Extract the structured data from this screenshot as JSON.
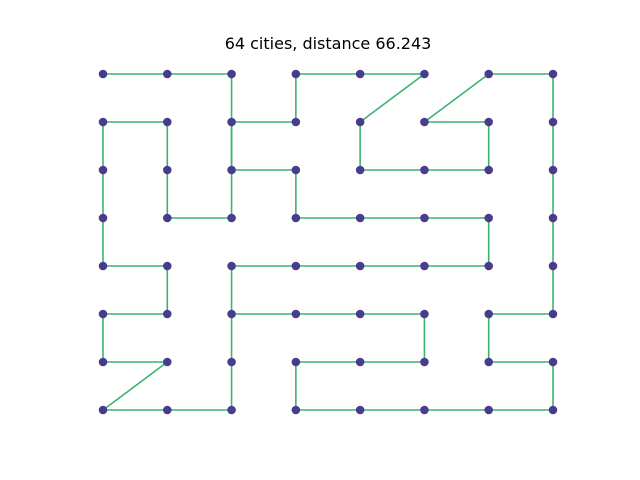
{
  "colors": {
    "background": "#ffffff",
    "route_line": "#3cb371",
    "city_marker": "#483d8b"
  },
  "chart_data": {
    "type": "scatter",
    "title": "64 cities, distance 66.243",
    "xlabel": "",
    "ylabel": "",
    "axes_visible": false,
    "grid": false,
    "legend": "none",
    "xlim": [
      -0.5,
      7.5
    ],
    "ylim": [
      -0.5,
      7.5
    ],
    "cities_x": [
      0,
      1,
      2,
      3,
      4,
      5,
      6,
      7
    ],
    "cities_y": [
      0,
      1,
      2,
      3,
      4,
      5,
      6,
      7
    ],
    "tour": [
      [
        0,
        7
      ],
      [
        1,
        7
      ],
      [
        2,
        7
      ],
      [
        2,
        6
      ],
      [
        2,
        5
      ],
      [
        3,
        5
      ],
      [
        3,
        4
      ],
      [
        4,
        4
      ],
      [
        5,
        4
      ],
      [
        6,
        4
      ],
      [
        6,
        3
      ],
      [
        5,
        3
      ],
      [
        4,
        3
      ],
      [
        3,
        3
      ],
      [
        2,
        3
      ],
      [
        2,
        2
      ],
      [
        2,
        1
      ],
      [
        2,
        0
      ],
      [
        1,
        0
      ],
      [
        0,
        0
      ],
      [
        1,
        1
      ],
      [
        0,
        1
      ],
      [
        0,
        2
      ],
      [
        1,
        2
      ],
      [
        1,
        3
      ],
      [
        0,
        3
      ],
      [
        0,
        4
      ],
      [
        0,
        5
      ],
      [
        0,
        6
      ],
      [
        1,
        6
      ],
      [
        1,
        5
      ],
      [
        1,
        4
      ],
      [
        2,
        4
      ],
      [
        2,
        6
      ],
      [
        3,
        6
      ],
      [
        3,
        7
      ],
      [
        4,
        7
      ],
      [
        5,
        7
      ],
      [
        4,
        6
      ],
      [
        4,
        5
      ],
      [
        5,
        5
      ],
      [
        6,
        5
      ],
      [
        6,
        6
      ],
      [
        5,
        6
      ],
      [
        6,
        7
      ],
      [
        7,
        7
      ],
      [
        7,
        6
      ],
      [
        7,
        5
      ],
      [
        7,
        4
      ],
      [
        7,
        3
      ],
      [
        7,
        2
      ],
      [
        6,
        2
      ],
      [
        6,
        1
      ],
      [
        7,
        1
      ],
      [
        7,
        0
      ],
      [
        6,
        0
      ],
      [
        5,
        0
      ],
      [
        4,
        0
      ],
      [
        3,
        0
      ],
      [
        3,
        1
      ],
      [
        4,
        1
      ],
      [
        5,
        1
      ],
      [
        5,
        2
      ],
      [
        4,
        2
      ],
      [
        3,
        2
      ],
      [
        2,
        2
      ]
    ]
  }
}
